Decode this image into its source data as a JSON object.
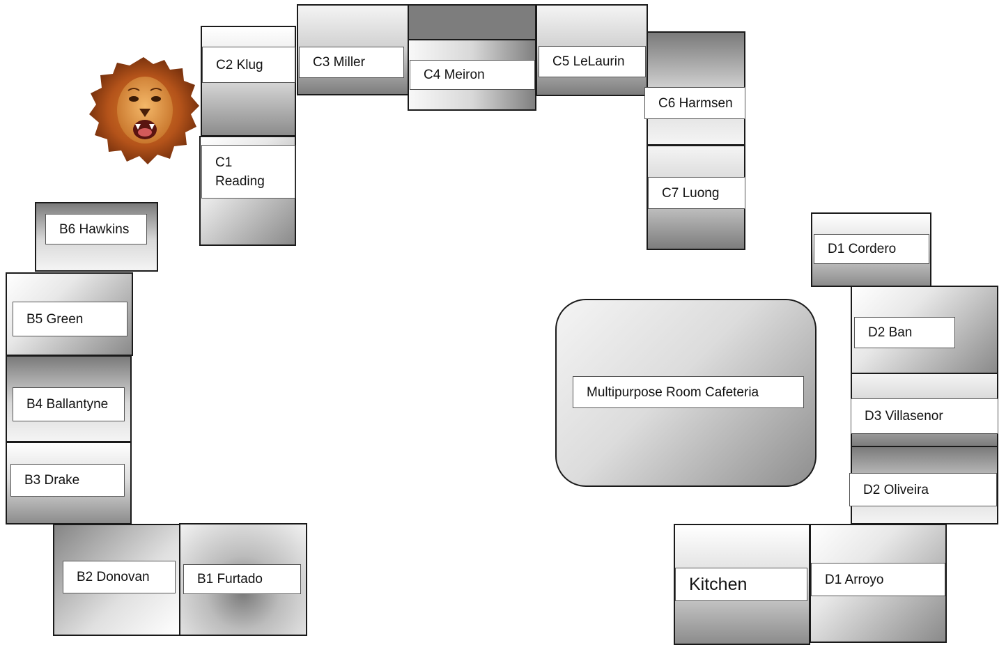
{
  "rooms": {
    "c2": "C2 Klug",
    "c1": "C1\nReading",
    "c3": "C3 Miller",
    "c4": "C4 Meiron",
    "c5": "C5 LeLaurin",
    "c6": "C6 Harmsen",
    "c7": "C7 Luong",
    "b6": "B6 Hawkins",
    "b5": "B5 Green",
    "b4": "B4 Ballantyne",
    "b3": "B3 Drake",
    "b2": "B2 Donovan",
    "b1": "B1 Furtado",
    "cafeteria": "Multipurpose Room Cafeteria",
    "d1_cordero": "D1 Cordero",
    "d2_ban": "D2 Ban",
    "d3": "D3 Villasenor",
    "d2_oliveira": "D2 Oliveira",
    "kitchen": "Kitchen",
    "d1_arroyo": "D1 Arroyo"
  },
  "mascot": {
    "icon": "lion-icon"
  },
  "colors": {
    "border": "#1a1a1a",
    "label_bg": "#ffffff",
    "shade_dark": "#7a7a7a",
    "shade_light": "#ffffff"
  }
}
